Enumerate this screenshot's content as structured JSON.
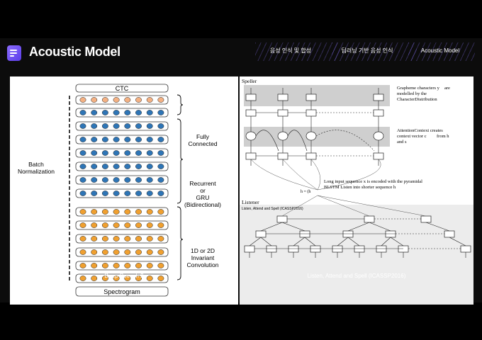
{
  "header": {
    "title": "Acoustic Model",
    "nav": [
      "음성 인식 및 합성",
      "딥러닝 기반 음성 인식",
      "Acoustic Model"
    ]
  },
  "deepspeech": {
    "top_box": "CTC",
    "bottom_box": "Spectrogram",
    "left_label": [
      "Batch",
      "Normalization"
    ],
    "label_fc": [
      "Fully",
      "Connected"
    ],
    "label_rnn": [
      "Recurrent",
      "or",
      "GRU",
      "(Bidirectional)"
    ],
    "label_conv": [
      "1D or 2D",
      "Invariant",
      "Convolution"
    ],
    "caption": "Deep Speech 2"
  },
  "las": {
    "speller_label": "Speller",
    "listener_label": "Listener",
    "listener_sub": "Listen, Attend and Spell (ICASSP2016)",
    "note1": [
      "Grapheme characters y",
      "are",
      "modelled by the",
      "CharacterDistribution"
    ],
    "note2": [
      "AttentionContext creates",
      "context vector c",
      "from h",
      "and s"
    ],
    "note3": [
      "Long input sequence x is encoded with the pyramidal",
      "BLSTM Listen into shorter sequence h"
    ],
    "h_eq": "h = (h",
    "caption": "Listen, Attend and Spell (ICASSP2016)"
  },
  "colors": {
    "accent": "#6a4cf0",
    "fc_dot": "#f4b183",
    "rnn_dot": "#2e75b6",
    "conv_dot": "#f0a030"
  }
}
